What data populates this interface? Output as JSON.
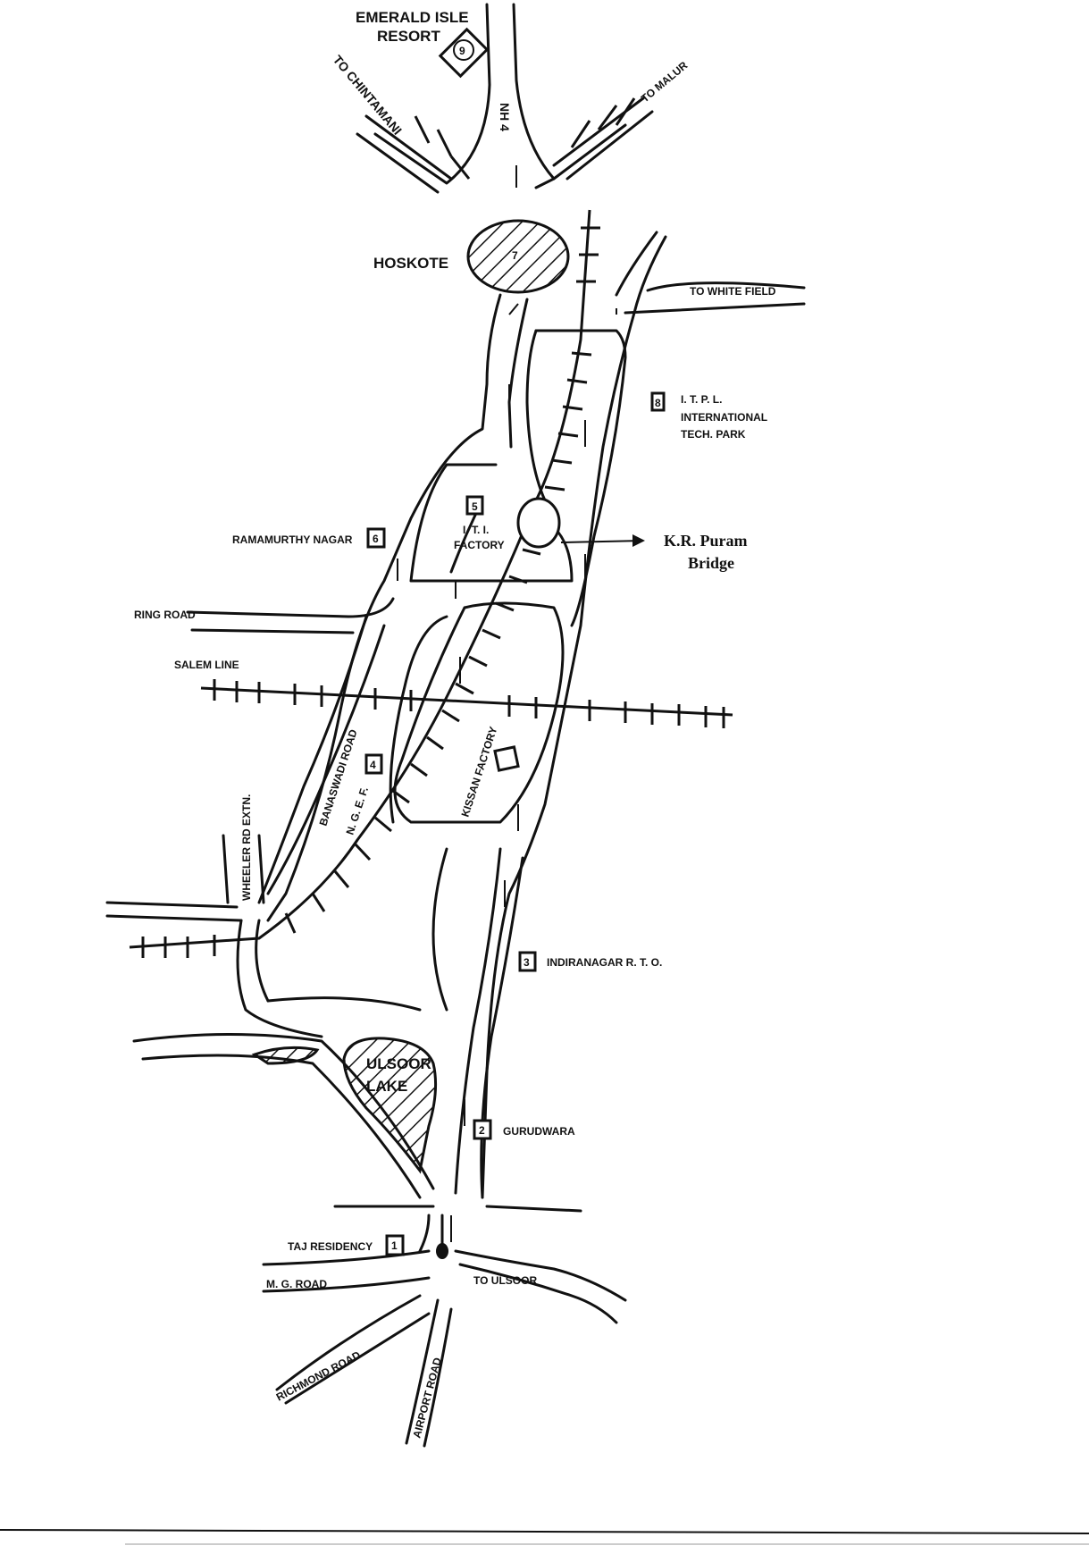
{
  "places": {
    "emerald_isle": "EMERALD ISLE",
    "resort": "RESORT",
    "hoskote": "HOSKOTE",
    "to_chintamani": "TO CHINTAMANI",
    "to_malur": "TO MALUR",
    "nh4": "NH 4",
    "to_white_field": "TO WHITE FIELD",
    "itpl_1": "I. T. P. L.",
    "itpl_2": "INTERNATIONAL",
    "itpl_3": "TECH. PARK",
    "iti_1": "I. T. I.",
    "iti_2": "FACTORY",
    "kr_puram_1": "K.R. Puram",
    "kr_puram_2": "Bridge",
    "ramamurthy_nagar": "RAMAMURTHY NAGAR",
    "ring_road": "RING ROAD",
    "salem_line": "SALEM LINE",
    "banaswadi_road": "BANASWADI ROAD",
    "ngef": "N. G. E. F.",
    "kissan_factory": "KISSAN FACTORY",
    "wheeler_rd": "WHEELER RD EXTN.",
    "indiranagar_rto": "INDIRANAGAR R. T. O.",
    "ulsoor_1": "ULSOOR",
    "ulsoor_2": "LAKE",
    "gurudwara": "GURUDWARA",
    "taj_residency": "TAJ RESIDENCY",
    "mg_road": "M. G. ROAD",
    "to_ulsoor": "TO ULSOOR",
    "richmond_road": "RICHMOND ROAD",
    "airport_road": "AIRPORT ROAD"
  },
  "markers": [
    "1",
    "2",
    "3",
    "4",
    "5",
    "6",
    "7",
    "8",
    "9"
  ]
}
